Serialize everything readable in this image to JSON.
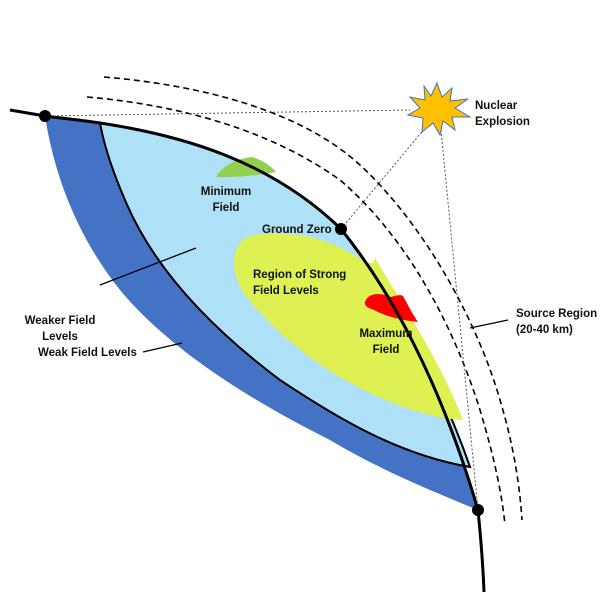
{
  "labels": {
    "nuclear_explosion": [
      "Nuclear",
      "Explosion"
    ],
    "minimum_field": [
      "Minimum",
      "Field"
    ],
    "ground_zero": "Ground Zero",
    "strong_region": [
      "Region of Strong",
      "Field Levels"
    ],
    "maximum_field": [
      "Maximum",
      "Field"
    ],
    "weaker_field": [
      "Weaker Field",
      "Levels"
    ],
    "weak_field": "Weak Field Levels",
    "source_region": [
      "Source Region",
      "(20-40 km)"
    ]
  },
  "colors": {
    "weak": "#4472c4",
    "weaker": "#aee0f7",
    "strong": "#dff053",
    "minimum": "#92d050",
    "maximum": "#ff0000",
    "explosion": "#ffc000"
  }
}
